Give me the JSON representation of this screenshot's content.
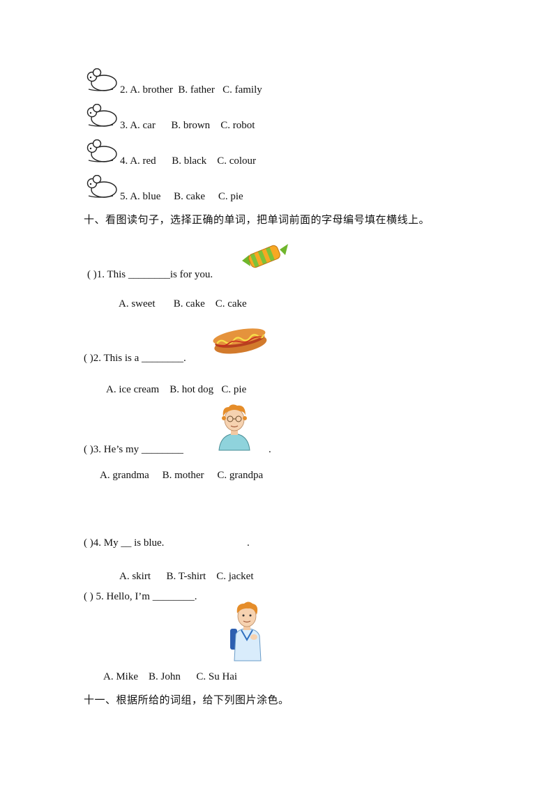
{
  "phonics": [
    {
      "num": "2.",
      "a": "A. brother",
      "b": "B. father",
      "c": "C. family"
    },
    {
      "num": "3.",
      "a": "A. car",
      "b": "B. brown",
      "c": "C. robot"
    },
    {
      "num": "4.",
      "a": "A. red",
      "b": "B. black",
      "c": "C. colour"
    },
    {
      "num": "5.",
      "a": "A. blue",
      "b": "B. cake",
      "c": "C. pie"
    }
  ],
  "section10": {
    "heading": "十、看图读句子，选择正确的单词，把单词前面的字母编号填在横线上。",
    "questions": [
      {
        "stem": "(   )1. This ________is for you.",
        "options": [
          "A. sweet",
          "B. cake",
          "C. cake"
        ]
      },
      {
        "stem": "(   )2. This is a ________.",
        "options": [
          "A. ice cream",
          "B. hot dog",
          "C. pie"
        ]
      },
      {
        "stem": "(   )3. He’s my  ________",
        "trail": ".",
        "options": [
          "A. grandma",
          "B. mother",
          "C. grandpa"
        ]
      },
      {
        "stem": "(   )4. My __ is blue.",
        "trail": ".",
        "options": [
          "A. skirt",
          "B. T-shirt",
          "C. jacket"
        ]
      },
      {
        "stem": "(  ) 5. Hello, I’m ________.",
        "options": [
          "A. Mike",
          "B. John",
          "C. Su Hai"
        ]
      }
    ]
  },
  "section11": {
    "heading": "十一、根据所给的词组，给下列图片涂色。"
  },
  "icons": {
    "mouse": "mouse-icon",
    "sweet": "sweet-candy-picture",
    "hotdog": "hot-dog-picture",
    "grandpa": "grandpa-picture",
    "boy": "boy-picture"
  }
}
